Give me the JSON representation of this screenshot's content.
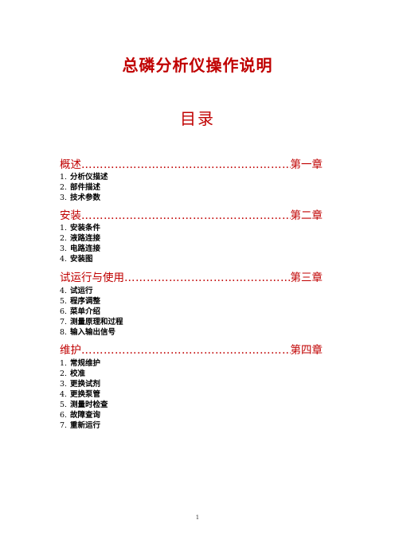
{
  "document": {
    "title": "总磷分析仪操作说明",
    "subtitle": "目录",
    "sections": [
      {
        "label": "概述",
        "chapter": "第一章",
        "items": [
          {
            "num": "1.",
            "text": "分析仪描述"
          },
          {
            "num": "2.",
            "text": "部件描述"
          },
          {
            "num": "3.",
            "text": "技术参数"
          }
        ]
      },
      {
        "label": "安装",
        "chapter": "第二章",
        "items": [
          {
            "num": "1.",
            "text": "安装条件"
          },
          {
            "num": "2.",
            "text": "液路连接"
          },
          {
            "num": "3.",
            "text": "电路连接"
          },
          {
            "num": "4.",
            "text": "安装图"
          }
        ]
      },
      {
        "label": "试运行与使用",
        "chapter": "第三章",
        "items": [
          {
            "num": "4.",
            "text": "试运行"
          },
          {
            "num": "5.",
            "text": "程序调整"
          },
          {
            "num": "6.",
            "text": "菜单介绍"
          },
          {
            "num": "7.",
            "text": "测量原理和过程"
          },
          {
            "num": "8.",
            "text": "输入输出信号"
          }
        ]
      },
      {
        "label": "维护",
        "chapter": "第四章",
        "items": [
          {
            "num": "1.",
            "text": "常规维护"
          },
          {
            "num": "2.",
            "text": "校准"
          },
          {
            "num": "3.",
            "text": "更换试剂"
          },
          {
            "num": "4.",
            "text": "更换泵管"
          },
          {
            "num": "5.",
            "text": "测量时检查"
          },
          {
            "num": "6.",
            "text": "故障查询"
          },
          {
            "num": "7.",
            "text": "重新运行"
          }
        ]
      }
    ],
    "page_number": "1"
  },
  "colors": {
    "heading": "#c00000",
    "text": "#000000"
  }
}
